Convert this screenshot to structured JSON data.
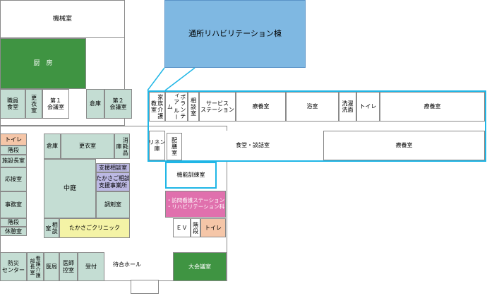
{
  "rooms": {
    "kikaishitsu": "機械室",
    "chubo": "厨　房",
    "tsusho_rehab": "通所リハビリテーション棟",
    "shokuin_shokudo": "職員\n食堂",
    "koishitsu_top": "更衣室",
    "kaigishitsu1": "第１\n会議室",
    "soko_top": "倉庫",
    "kaigishitsu2": "第２\n会議室",
    "kazoku_kaigo": "家族介護\n教室",
    "volunteer": "ボランティア\nルーム",
    "sodanshitsu_r": "相談室",
    "service_station": "サービス\nステーション",
    "ryoyoshitsu1": "療養室",
    "yokushitsu": "浴室",
    "sentaku": "洗濯\n洗面",
    "toilet_r": "トイレ",
    "ryoyoshitsu2": "療養室",
    "linen": "リネン\n庫",
    "haizenshitsu": "配膳室",
    "shokudo_danwa": "食堂・談話室",
    "ryoyoshitsu3": "療養室",
    "kino_kunren": "機能訓練室",
    "houmon_kango": "・訪問看護ステーション\n・リハビリテーション科",
    "toilet_l": "トイレ",
    "kaidan_l1": "階段",
    "shisetsuchoshitsu": "施設長室",
    "osetsushitsu": "応接室",
    "jimushitsu": "事務室",
    "kaidan_l2": "階段",
    "kyukeishitsu": "休憩室",
    "soko_mid": "倉庫",
    "koishitsu_mid": "更衣室",
    "shodokuhin": "消耗品庫",
    "nakaniwa": "中庭",
    "shien_sodan": "支援相談室",
    "takasago_sodan": "たかさご相談\n支援事業所",
    "chozaishitsu": "調剤室",
    "sodanshitsu_l": "相談室",
    "takasago_clinic": "たかさごクリニック",
    "ev": "ＥＶ",
    "kaidan_r": "階段",
    "toilet_ev": "トイレ",
    "bosai_center": "防災\nセンター",
    "kango_kaigo": "看護介護\n部長室",
    "ikyoku": "医局",
    "ishi_hikae": "医師\n控室",
    "uketsuke": "受付",
    "machiai_hall": "待合ホール",
    "daikaigishitsu": "大会議室"
  }
}
